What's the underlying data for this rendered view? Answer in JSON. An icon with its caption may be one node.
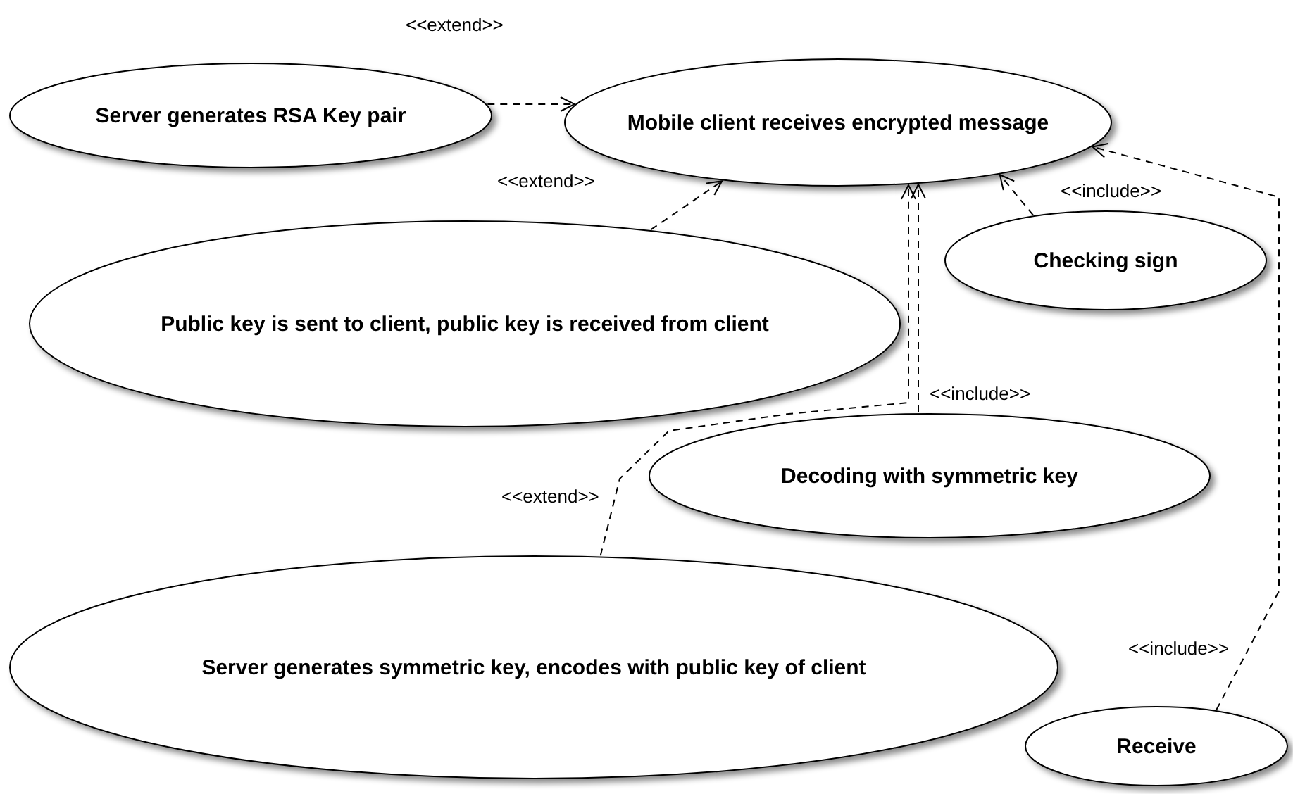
{
  "diagram": {
    "nodes": [
      {
        "text": [
          "Server generates RSA Key pair"
        ]
      },
      {
        "text": [
          "Mobile client receives encrypted message"
        ]
      },
      {
        "text": [
          "Public key is sent to client, public key is received from client"
        ]
      },
      {
        "text": [
          "Checking sign"
        ]
      },
      {
        "text": [
          "Decoding with symmetric key"
        ]
      },
      {
        "text": [
          "Server generates symmetric key, encodes with public key of client"
        ]
      },
      {
        "text": [
          "Receive"
        ]
      }
    ],
    "edges": [
      {
        "from": 0,
        "to": 1,
        "arrow": "to",
        "style": "dashed",
        "label": "<<extend>>"
      },
      {
        "from": 2,
        "to": 1,
        "arrow": "to",
        "style": "dashed",
        "label": "<<extend>>"
      },
      {
        "from": 3,
        "to": 1,
        "arrow": "to",
        "style": "dashed",
        "label": "<<include>>"
      },
      {
        "from": 4,
        "to": 1,
        "arrow": "to",
        "style": "dashed",
        "label": "<<include>>"
      },
      {
        "from": 5,
        "to": 1,
        "arrow": "to",
        "style": "dashed",
        "label": "<<extend>>"
      },
      {
        "from": 6,
        "to": 1,
        "arrow": "to",
        "style": "dashed",
        "label": "<<include>>"
      }
    ]
  }
}
